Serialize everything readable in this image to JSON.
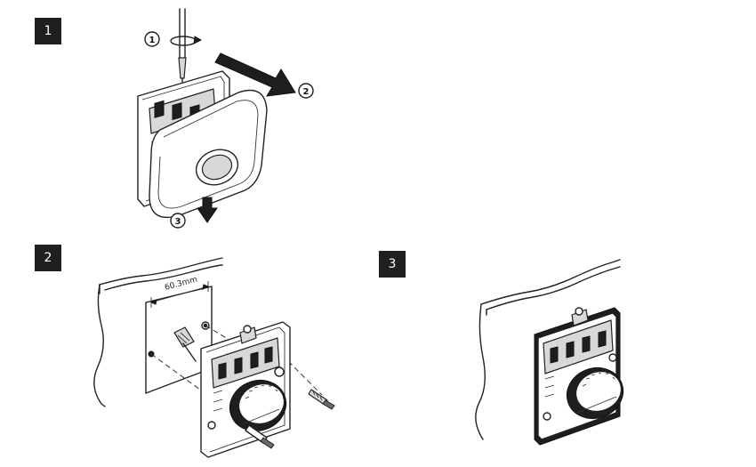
{
  "steps": [
    {
      "label": "1"
    },
    {
      "label": "2"
    },
    {
      "label": "3"
    }
  ],
  "callouts": [
    "1",
    "2",
    "3"
  ],
  "measurement": "60.3mm",
  "colors": {
    "badge_bg": "#1f1f1f",
    "badge_text": "#ffffff",
    "line": "#222222",
    "shade": "#d8d8d8",
    "dark": "#1e1e1e"
  }
}
